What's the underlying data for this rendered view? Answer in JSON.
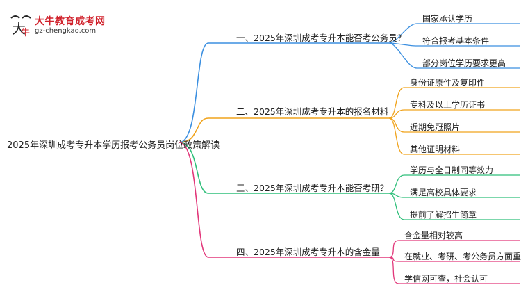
{
  "logo": {
    "icon": "ox-logo-icon",
    "title": "大牛教育成考网",
    "url": "gz-chengkao.com"
  },
  "root": {
    "label": "2025年深圳成考专升本学历报考公务员岗位政策解读"
  },
  "branches": [
    {
      "label": "一、2025年深圳成考专升本能否考公务员？",
      "color": "#3b8fe0",
      "leaves": [
        "国家承认学历",
        "符合报考基本条件",
        "部分岗位学历要求更高"
      ]
    },
    {
      "label": "二、2025年深圳成考专升本的报名材料",
      "color": "#f0a31c",
      "leaves": [
        "身份证原件及复印件",
        "专科及以上学历证书",
        "近期免冠照片",
        "其他证明材料"
      ]
    },
    {
      "label": "三、2025年深圳成考专升本能否考研？",
      "color": "#2fbf7a",
      "leaves": [
        "学历与全日制同等效力",
        "满足高校具体要求",
        "提前了解招生简章"
      ]
    },
    {
      "label": "四、2025年深圳成考专升本的含金量",
      "color": "#e2377a",
      "leaves": [
        "含金量相对较高",
        "在就业、考研、考公务员方面重要",
        "学信网可查，社会认可"
      ]
    }
  ]
}
